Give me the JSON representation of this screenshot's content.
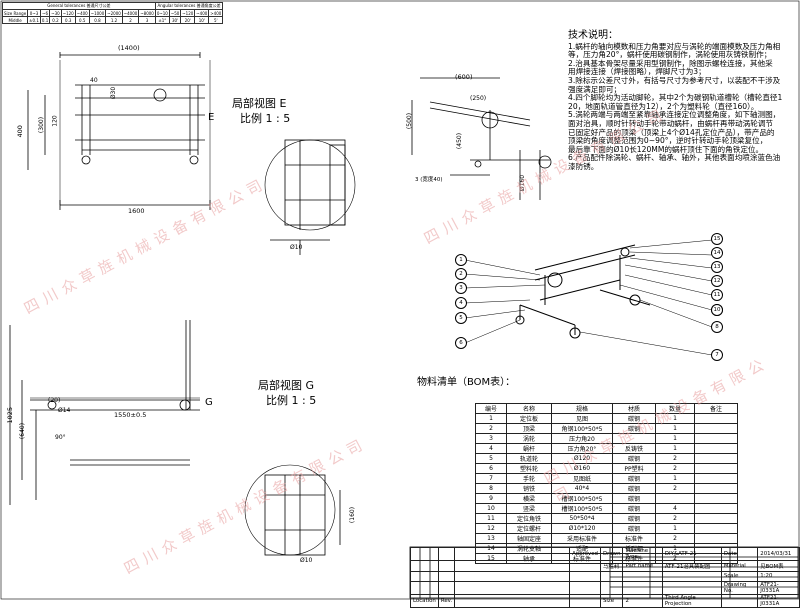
{
  "tolerance_table": {
    "general_title": "General tolerances  普通尺寸公差",
    "angular_title": "Angular tolerances  普通角度公差",
    "rows": [
      [
        "Size Range",
        "0~3",
        "~6",
        "~30",
        "~120",
        "~400",
        "~1000",
        "~2000",
        "~4000",
        "~8000",
        "0~10",
        "~50",
        "~120",
        "~400",
        ">400"
      ],
      [
        "Middle",
        "±0.1",
        "0.1",
        "0.2",
        "0.3",
        "0.5",
        "0.8",
        "1.2",
        "2",
        "3",
        "±1°",
        "30'",
        "20'",
        "10'",
        "5'"
      ]
    ]
  },
  "tech_notes": {
    "heading": "技术说明：",
    "lines": [
      "1.蜗杆的轴向模数和压力角要对应与涡轮的端面模数及压力角相",
      "等，压力角20°，蜗杆使用碳钢制作，涡轮使用灰铸铁制作；",
      "2.治具基本骨架尽量采用型钢制作，除图示螺栓连接，其他采",
      "用焊接连接（焊接图略），焊脚尺寸为3；",
      "3.除标示公差尺寸外，有括号尺寸为参考尺寸，以装配不干涉及",
      "强度满足即可；",
      "4.四个脚轮均为活动脚轮，其中2个为碳钢轨道槽轮（槽轮直径1",
      "20，地面轨道管直径为12），2个为塑料轮（直径160）。",
      "5.涡轮两端与两端至紧靠轴承连接定位调整角度，如下轴测图，",
      "面对治具，顺时针转动手轮带动蜗杆，由蜗杆再带动涡轮调节",
      "已固定好产品的顶梁（顶梁上4个Ø14孔定位产品），带产品的",
      "顶梁的角度调整范围为0~90°，逆时针转动手轮顶梁复位，",
      "最后靠下面的Ø10长120MM的蜗杆顶住下面的角铁定位。",
      "6.产品配件除涡轮、蜗杆、轴承、轴外，其他表面均喷涂蓝色油",
      "漆防锈。"
    ]
  },
  "views": {
    "detail_e_title": "局部视图 E",
    "detail_e_scale": "比例 1 : 5",
    "detail_g_title": "局部视图 G",
    "detail_g_scale": "比例 1 : 5",
    "label_e": "E",
    "label_g": "G"
  },
  "dimensions": {
    "d1400": "(1400)",
    "d1600": "1600",
    "d400": "400",
    "d300": "(300)",
    "d120": "120",
    "d30": "Ø30",
    "d40": "40",
    "d600": "(600)",
    "d250": "(250)",
    "d500": "(500)",
    "d160": "Ø160",
    "d450": "(450)",
    "d10": "Ø10",
    "d14": "Ø14",
    "d1550": "1550±0.5",
    "d1025": "1025",
    "d640": "(640)",
    "d20": "(20)",
    "d1600b": "(160)",
    "width_note": "3 (宽度40)",
    "d10b": "Ø10",
    "d90": "90°"
  },
  "balloons": [
    "1",
    "2",
    "3",
    "4",
    "5",
    "6",
    "7",
    "8",
    "9",
    "10",
    "11",
    "12",
    "13",
    "14",
    "15"
  ],
  "bom": {
    "title": "物料清单（BOM表）：",
    "headers": [
      "编号",
      "名称",
      "规格",
      "材质",
      "数量",
      "备注"
    ],
    "rows": [
      [
        "1",
        "定位板",
        "见图",
        "碳钢",
        "1",
        ""
      ],
      [
        "2",
        "顶梁",
        "角钢100*50*5",
        "碳钢",
        "1",
        ""
      ],
      [
        "3",
        "涡轮",
        "压力角20",
        "",
        "1",
        ""
      ],
      [
        "4",
        "蜗杆",
        "压力角20°",
        "反铸铁",
        "1",
        ""
      ],
      [
        "5",
        "轨道轮",
        "Ø120",
        "碳钢",
        "2",
        ""
      ],
      [
        "6",
        "塑料轮",
        "Ø160",
        "PP塑料",
        "2",
        ""
      ],
      [
        "7",
        "手轮",
        "见图纸",
        "碳钢",
        "1",
        ""
      ],
      [
        "8",
        "销铁",
        "40*4",
        "碳钢",
        "2",
        ""
      ],
      [
        "9",
        "横梁",
        "槽钢100*50*5",
        "碳钢",
        "",
        ""
      ],
      [
        "10",
        "竖梁",
        "槽钢100*50*5",
        "碳钢",
        "4",
        ""
      ],
      [
        "11",
        "定位角铁",
        "50*50*4",
        "碳钢",
        "2",
        ""
      ],
      [
        "12",
        "定位螺杆",
        "Ø10*120",
        "碳钢",
        "1",
        ""
      ],
      [
        "13",
        "轴固定座",
        "采用标准件",
        "标准件",
        "2",
        ""
      ],
      [
        "14",
        "涡轮支轴",
        "适配",
        "低碳钢",
        "1",
        ""
      ],
      [
        "15",
        "轴承",
        "标准件",
        "标准件",
        "2",
        ""
      ]
    ]
  },
  "title_block": {
    "approved": "Approved",
    "drawn": "Drawn",
    "machine_type_label": "Machine Type",
    "machine_type": "DIY&ATF-21",
    "date_label": "Date",
    "date": "2014/03/31",
    "part_name_label": "Part name",
    "part_name": "ATF-21治具装配图",
    "material_label": "Material",
    "material": "见BOM表",
    "scale_label": "Scale",
    "scale": "1:20",
    "drawing_no_label": "Drawing No.",
    "drawing_no": "ATF21-J0331A",
    "sheet_no_label": "Size",
    "sheet_no": "2",
    "proj": "Third Angle Projection",
    "drawer": "马胜利",
    "location": "Location",
    "rev": "Rev.",
    "file_no": "ATF21-J0331A"
  },
  "watermark": "四川众草旌机械设备有限公司"
}
